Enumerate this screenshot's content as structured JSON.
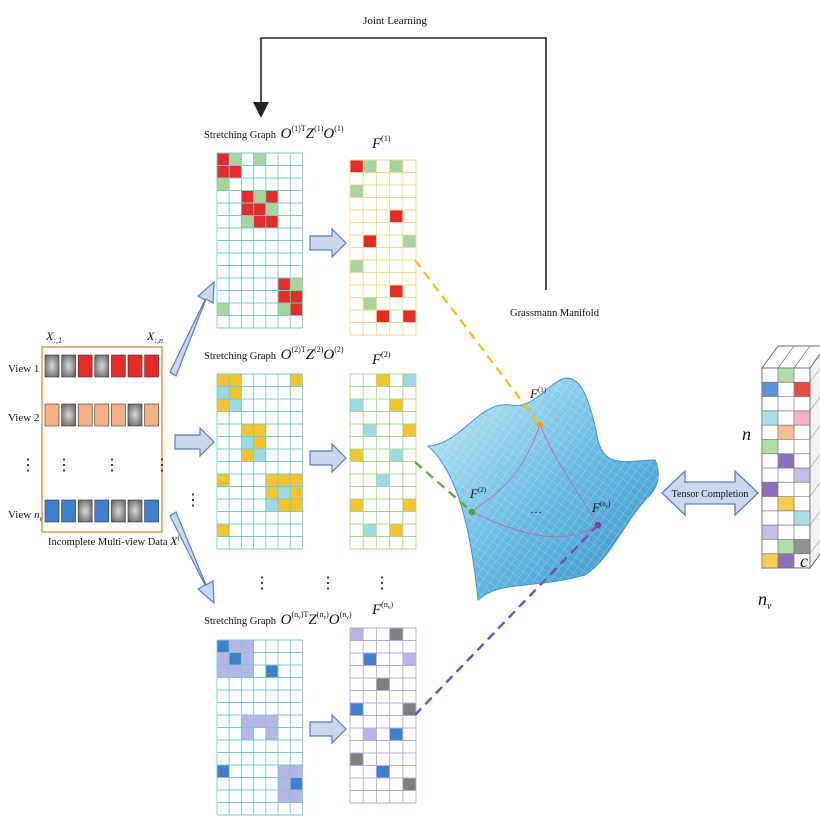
{
  "joint_learning": "Joint Learning",
  "grassmann": "Grassmann Manifold",
  "tensor_completion": "Tensor Completion",
  "incomplete_caption": "Incomplete Multi-view Data",
  "incomplete_symbol": "X",
  "incomplete_sup": "(v)",
  "col_first": "X",
  "col_first_sub": ":,1",
  "col_last": "X",
  "col_last_sub": ":,n",
  "views": [
    "View 1",
    "View 2",
    "View"
  ],
  "view_last_sub": "v",
  "stretch_prefix": "Stretching Graph",
  "graph_sup": [
    "(1)",
    "(2)",
    "(n"
  ],
  "graph_sup_sub": "v",
  "graph_T": "T",
  "O": "O",
  "Z": "Z",
  "F": "F",
  "tensor_n": "n",
  "tensor_nv": "n",
  "tensor_nv_sub": "v",
  "tensor_c": "c",
  "dots": "⋮",
  "hdots": "…",
  "colors": {
    "red": "#e52a2a",
    "green": "#a6d49a",
    "orange": "#f4b183",
    "blue": "#3f7fcc",
    "yellow": "#f4c430",
    "cyan": "#9ed8e2",
    "purple": "#7a56b0",
    "lavender": "#b6b4e6",
    "gray": "#7f7f7f",
    "teal_grid": "#7fc8c8",
    "arrow_fill": "#c9d8ee",
    "arrow_stroke": "#5a7fb8",
    "manifold": "#63b8e0"
  }
}
